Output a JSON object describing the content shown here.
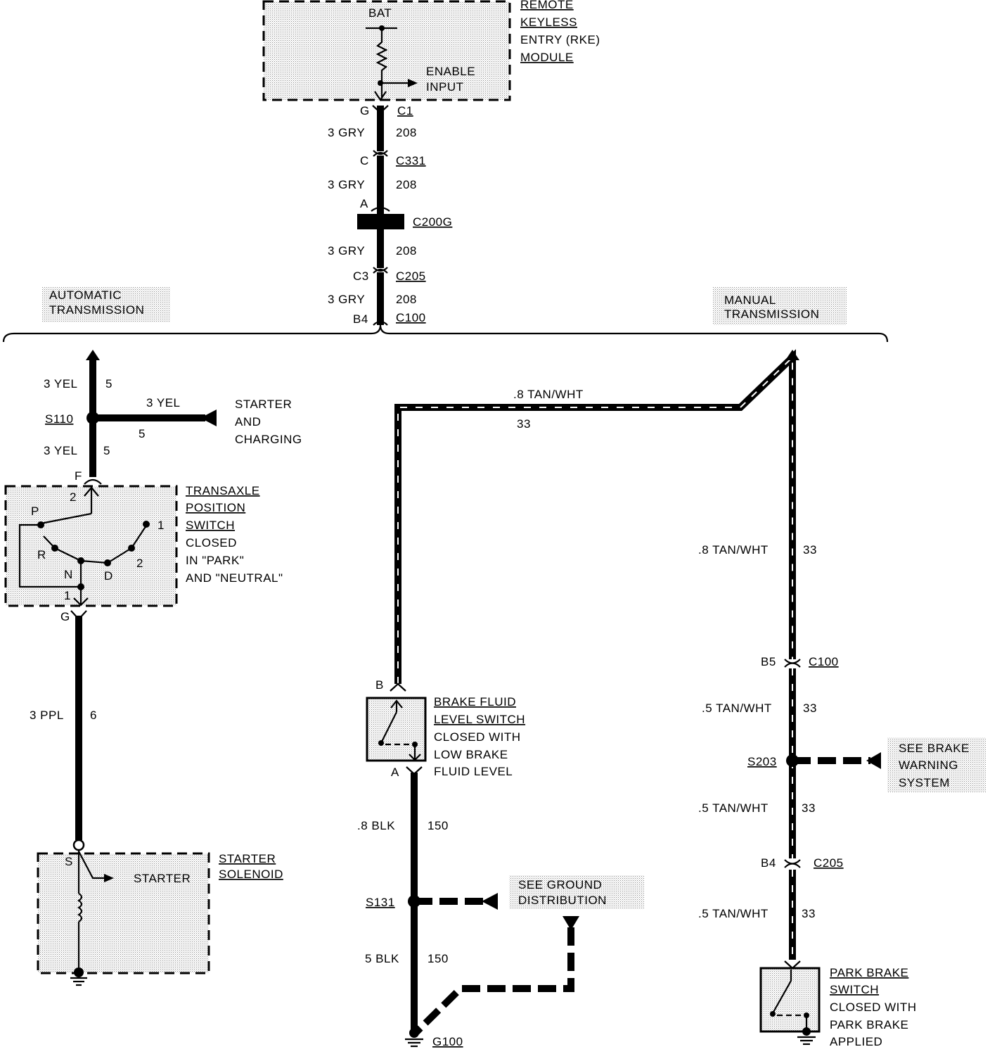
{
  "rke": {
    "title_lines": [
      "REMOTE",
      "KEYLESS",
      "ENTRY (RKE)",
      "MODULE"
    ],
    "bat": "BAT",
    "enable_input": [
      "ENABLE",
      "INPUT"
    ]
  },
  "main_wire": {
    "pin_g": "G",
    "c1": "C1",
    "gry1": "3 GRY",
    "w208a": "208",
    "pin_c": "C",
    "c331": "C331",
    "gry2": "3 GRY",
    "w208b": "208",
    "pin_a": "A",
    "c200g": "C200G",
    "gry3": "3 GRY",
    "w208c": "208",
    "pin_c3": "C3",
    "c205": "C205",
    "gry4": "3 GRY",
    "w208d": "208",
    "pin_b4": "B4",
    "c100": "C100"
  },
  "branches": {
    "auto": [
      "AUTOMATIC",
      "TRANSMISSION"
    ],
    "manual": [
      "MANUAL",
      "TRANSMISSION"
    ]
  },
  "auto_side": {
    "yel_top": "3 YEL",
    "c5_top": "5",
    "s110": "S110",
    "yel_branch": "3 YEL",
    "c5_branch": "5",
    "starter_charging": [
      "STARTER",
      "AND",
      "CHARGING"
    ],
    "yel_mid": "3 YEL",
    "c5_mid": "5",
    "pin_f": "F",
    "transaxle_lines": [
      "TRANSAXLE",
      "POSITION",
      "SWITCH",
      "CLOSED",
      "IN \"PARK\"",
      "AND \"NEUTRAL\""
    ],
    "sw_labels": {
      "p": "P",
      "r": "R",
      "n": "N",
      "d": "D",
      "two_top": "2",
      "one_right": "1",
      "two_right": "2",
      "one_bottom": "1"
    },
    "pin_g": "G",
    "ppl": "3 PPL",
    "c6": "6",
    "pin_s": "S",
    "starter_inner": "STARTER",
    "solenoid_lines": [
      "STARTER",
      "SOLENOID"
    ]
  },
  "brake_fluid": {
    "tan_top": ".8 TAN/WHT",
    "c33_top": "33",
    "pin_b": "B",
    "lines": [
      "BRAKE FLUID",
      "LEVEL SWITCH",
      "CLOSED WITH",
      "LOW BRAKE",
      "FLUID LEVEL"
    ],
    "pin_a": "A",
    "blk1": ".8 BLK",
    "c150a": "150",
    "s131": "S131",
    "see_ground": [
      "SEE GROUND",
      "DISTRIBUTION"
    ],
    "blk2": "5 BLK",
    "c150b": "150",
    "g100": "G100"
  },
  "manual_side": {
    "tan1": ".8 TAN/WHT",
    "c33a": "33",
    "pin_b5": "B5",
    "c100": "C100",
    "tan2": ".5 TAN/WHT",
    "c33b": "33",
    "s203": "S203",
    "see_brake": [
      "SEE BRAKE",
      "WARNING",
      "SYSTEM"
    ],
    "tan3": ".5 TAN/WHT",
    "c33c": "33",
    "pin_b4": "B4",
    "c205": "C205",
    "tan4": ".5 TAN/WHT",
    "c33d": "33",
    "park_lines": [
      "PARK BRAKE",
      "SWITCH",
      "CLOSED WITH",
      "PARK BRAKE",
      "APPLIED"
    ]
  }
}
